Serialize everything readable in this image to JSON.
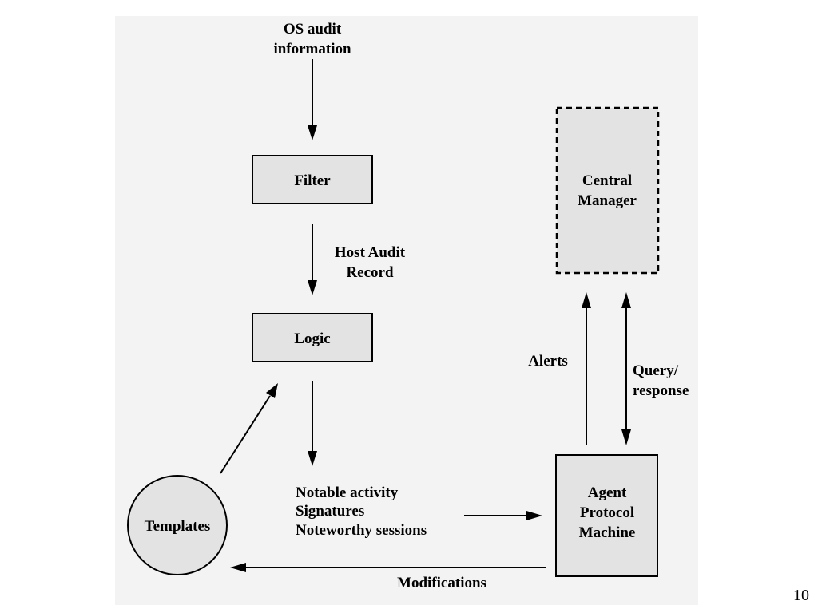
{
  "diagram": {
    "input_label": [
      "OS audit",
      "information"
    ],
    "filter": "Filter",
    "host_audit_label": [
      "Host Audit",
      "Record"
    ],
    "logic": "Logic",
    "central_manager": [
      "Central",
      "Manager"
    ],
    "alerts": "Alerts",
    "query_response": [
      "Query/",
      "response"
    ],
    "activity_labels": [
      "Notable activity",
      "Signatures",
      "Noteworthy sessions"
    ],
    "agent": [
      "Agent",
      "Protocol",
      "Machine"
    ],
    "templates": "Templates",
    "modifications": "Modifications"
  },
  "page_number": "10"
}
